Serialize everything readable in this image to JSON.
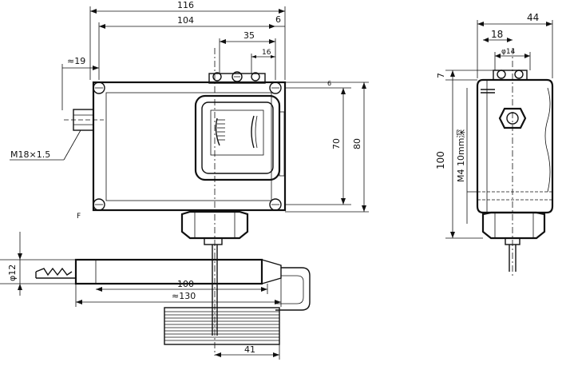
{
  "front_view": {
    "dims": {
      "overall_width": "116",
      "hole_spacing": "104",
      "edge_offset": "6",
      "window_offset": "35",
      "screw_width": "16",
      "port_offset": "≈19",
      "top_margin": "6",
      "hole_height": "70",
      "overall_height": "80",
      "thread_spec": "M18×1.5"
    },
    "corner_mark": "F"
  },
  "side_view": {
    "dims": {
      "overall_depth": "44",
      "screw_span": "18",
      "diameter": "φ14",
      "top_margin": "7",
      "overall_height": "100",
      "mount_screw": "M4 10mm深"
    }
  },
  "bulb_view": {
    "dims": {
      "bulb_diameter": "φ12",
      "bulb_length": "100",
      "total_length": "≈130",
      "coil_width": "41"
    }
  }
}
